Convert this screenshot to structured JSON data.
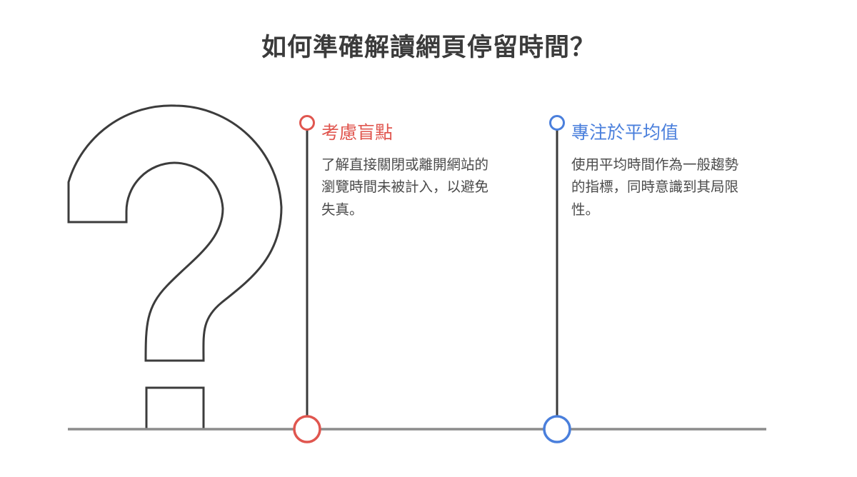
{
  "page": {
    "title": "如何準確解讀網頁停留時間？",
    "background_color": "#ffffff",
    "title_color": "#3b3b3b",
    "baseline_color": "#8c8c8c",
    "connector_color": "#3a3a3a",
    "question_mark_color": "#3c3c3c"
  },
  "columns": [
    {
      "marker_color": "#e0564f",
      "heading": "考慮盲點",
      "body": "了解直接關閉或離開網站的瀏覽時間未被計入，以避免失真。"
    },
    {
      "marker_color": "#4a7fdc",
      "heading": "專注於平均值",
      "body": "使用平均時間作為一般趨勢的指標，同時意識到其局限性。"
    }
  ],
  "graphic": {
    "question_mark_label": "question-mark",
    "baseline_label": "baseline"
  }
}
